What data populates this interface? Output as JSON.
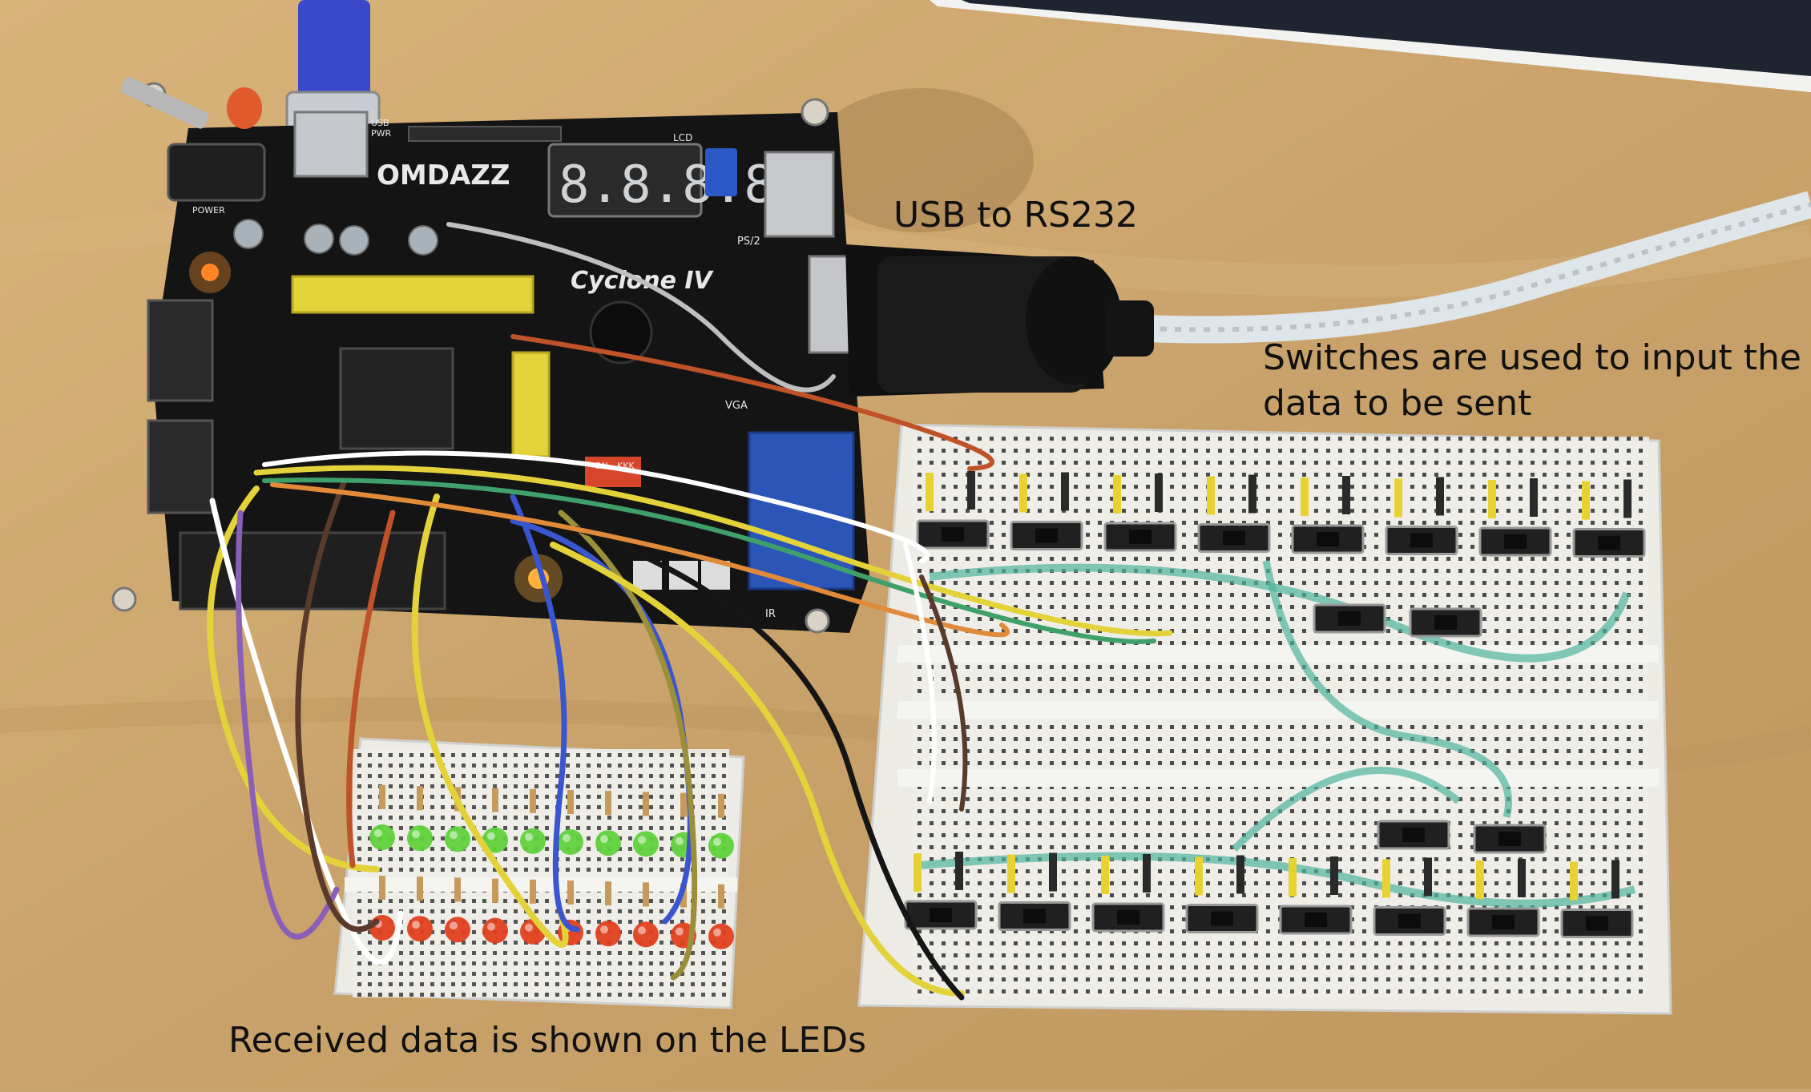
{
  "captions": {
    "usb": "USB to RS232",
    "switches_line1": "Switches are used to input the",
    "switches_line2": "data to be sent",
    "leds": "Received data is shown on the LEDs"
  },
  "board": {
    "brand": "OMDAZZ",
    "chip": "Cyclone IV",
    "seven_seg": "8.8.8.8.",
    "labels": {
      "usb_pwr_1": "USB",
      "usb_pwr_2": "PWR",
      "lcd": "LCD",
      "ps2": "PS/2",
      "vga": "VGA",
      "power": "POWER",
      "ir": "IR",
      "sw_on": "ON",
      "sw_kkk": "KKK"
    }
  },
  "colors": {
    "desk": "#c9a56d",
    "board": "#141414",
    "breadboard": "#ecebe6",
    "led_green": "#5fd23c",
    "led_red": "#e0401e"
  }
}
